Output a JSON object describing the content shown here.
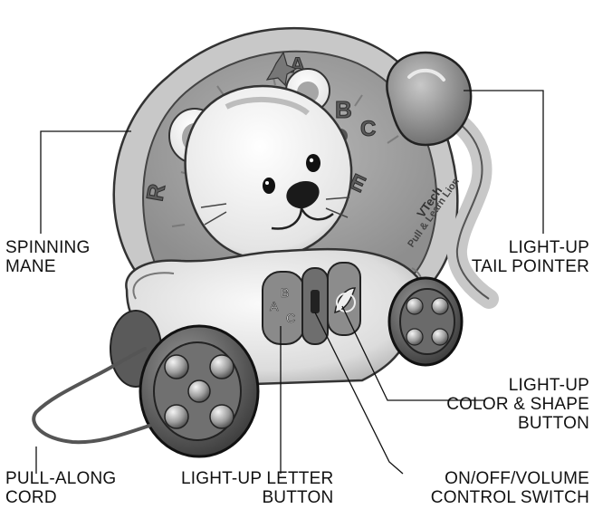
{
  "diagram": {
    "labels": {
      "spinning_mane": [
        "SPINNING",
        "MANE"
      ],
      "tail_pointer": [
        "LIGHT-UP",
        "TAIL POINTER"
      ],
      "color_shape_button": [
        "LIGHT-UP",
        "COLOR & SHAPE",
        "BUTTON"
      ],
      "pull_cord": [
        "PULL-ALONG",
        "CORD"
      ],
      "letter_button": [
        "LIGHT-UP LETTER",
        "BUTTON"
      ],
      "volume_switch": [
        "ON/OFF/VOLUME",
        "CONTROL SWITCH"
      ]
    },
    "toy_text": {
      "brand": "VTech",
      "product": "Pull & Learn Lion",
      "mane_letters": [
        "R",
        "B",
        "C",
        "E",
        "A"
      ],
      "button_letters": [
        "A",
        "B",
        "C"
      ]
    }
  }
}
